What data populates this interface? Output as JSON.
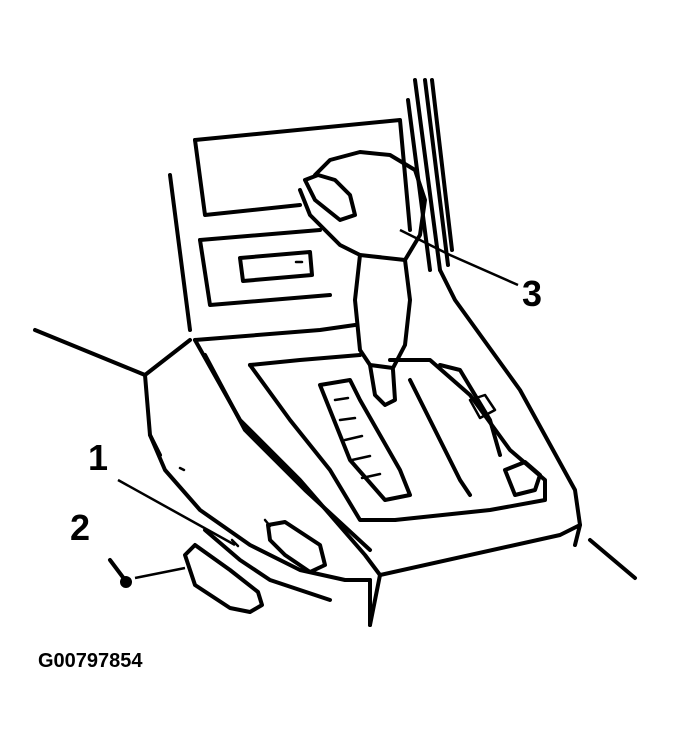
{
  "callouts": {
    "one": "1",
    "two": "2",
    "three": "3"
  },
  "figure_id": "G00797854",
  "colors": {
    "ink": "#000000",
    "background": "#ffffff"
  }
}
